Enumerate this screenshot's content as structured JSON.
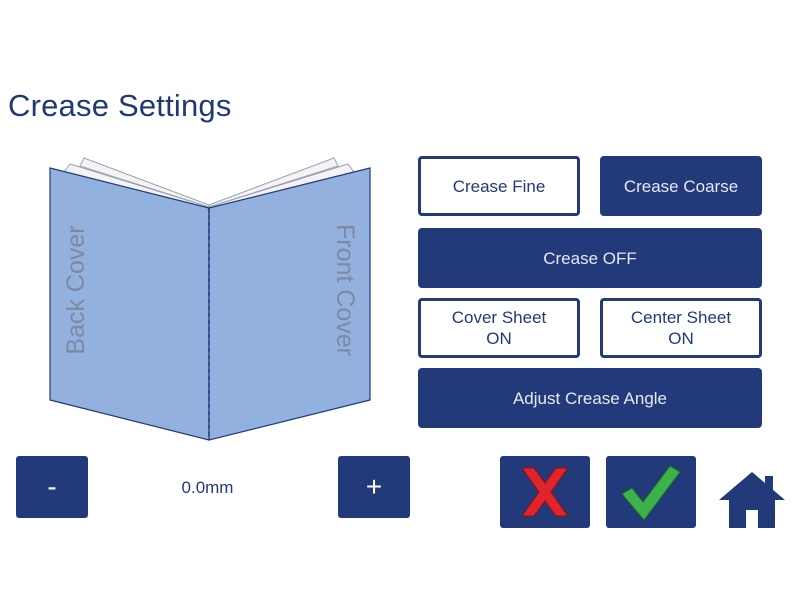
{
  "page": {
    "title": "Crease Settings"
  },
  "diagram": {
    "back_label": "Back Cover",
    "front_label": "Front Cover"
  },
  "buttons": {
    "crease_fine": "Crease Fine",
    "crease_coarse": "Crease Coarse",
    "crease_off": "Crease OFF",
    "cover_sheet": {
      "line1": "Cover Sheet",
      "line2": "ON"
    },
    "center_sheet": {
      "line1": "Center Sheet",
      "line2": "ON"
    },
    "adjust_angle": "Adjust Crease Angle"
  },
  "stepper": {
    "minus": "-",
    "plus": "+",
    "value": "0.0mm"
  },
  "icons": {
    "cancel": "x-icon",
    "confirm": "checkmark-icon",
    "home": "home-icon"
  },
  "colors": {
    "primary": "#22397a",
    "book_fill": "#93b1df",
    "cancel": "#e0242a",
    "confirm": "#3bb34a"
  }
}
